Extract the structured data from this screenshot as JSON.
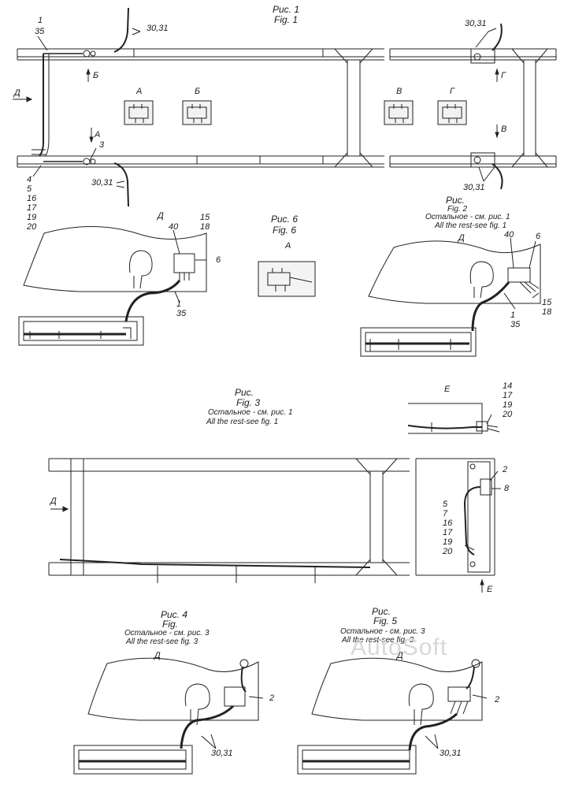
{
  "fig1": {
    "caption_ru": "Рис. 1",
    "caption_en": "Fig. 1",
    "view_d": "Д",
    "arrow_b": "Б",
    "arrow_a": "А",
    "arrow_g": "Г",
    "arrow_v": "В",
    "detail_a": "А",
    "detail_b": "Б",
    "detail_v": "В",
    "detail_g": "Г",
    "pos_1": "1",
    "pos_35": "35",
    "pos_3": "3",
    "pos_3031_a": "30,31",
    "pos_3031_b": "30,31",
    "pos_3031_c": "30,31",
    "pos_3031_d": "30,31",
    "left_stack": [
      "4",
      "5",
      "16",
      "17",
      "19",
      "20"
    ]
  },
  "fig2": {
    "caption_ru": "Рис.",
    "caption_en": "Fig. 2",
    "note_ru": "Остальное - см. рис. 1",
    "note_en": "All the rest-see fig. 1",
    "view": "Д",
    "pos_40": "40",
    "pos_6": "6",
    "pos_15_18": [
      "15",
      "18"
    ],
    "pos_1_35": [
      "1",
      "35"
    ]
  },
  "fig_left": {
    "view": "Д",
    "pos_15_18": [
      "15",
      "18"
    ],
    "pos_40": "40",
    "pos_6": "6",
    "pos_1_35": [
      "1",
      "35"
    ]
  },
  "fig6": {
    "caption_ru": "Рис. 6",
    "caption_en": "Fig. 6",
    "detail": "А"
  },
  "fig3": {
    "caption_ru": "Рис.",
    "caption_en": "Fig. 3",
    "note_ru": "Остальное - см. рис. 1",
    "note_en": "All the rest-see fig. 1",
    "view_e": "Е",
    "view_d": "Д",
    "arrow_e": "Е",
    "pos_stack_top": [
      "14",
      "17",
      "19",
      "20"
    ],
    "pos_2": "2",
    "pos_8": "8",
    "pos_stack_right": [
      "5",
      "7",
      "16",
      "17",
      "19",
      "20"
    ]
  },
  "fig4": {
    "caption_ru": "Рис. 4",
    "caption_en": "Fig.",
    "note_ru": "Остальное - см. рис. 3",
    "note_en": "All the rest-see fig. 3",
    "view": "Д",
    "pos_2": "2",
    "pos_3031": "30,31"
  },
  "fig5": {
    "caption_ru": "Рис.",
    "caption_en": "Fig. 5",
    "note_ru": "Остальное - см. рис. 3",
    "note_en": "All the rest-see fig. 3",
    "view": "Д",
    "pos_2": "2",
    "pos_3031": "30,31"
  },
  "watermark": "AutoSoft"
}
